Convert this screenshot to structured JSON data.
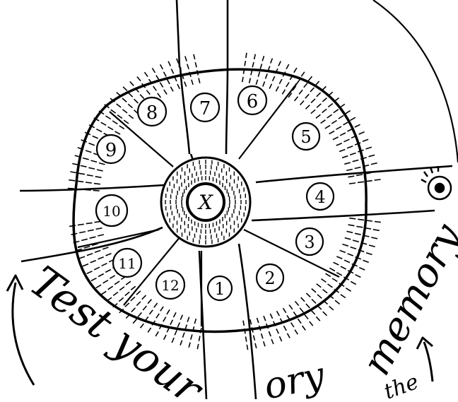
{
  "center_label": "X",
  "slot_numbers": [
    "1",
    "2",
    "3",
    "4",
    "5",
    "6",
    "7",
    "8",
    "9",
    "10",
    "11",
    "12"
  ],
  "caption": {
    "left_words": "Test your",
    "right_word": "memory",
    "partial_word": "ory",
    "fragment_bottom_right": "the"
  },
  "colors": {
    "ink": "#000000",
    "paper": "#ffffff"
  },
  "icons": [
    "eye-icon",
    "arrow-up-left-icon",
    "arrow-up-right-icon"
  ]
}
